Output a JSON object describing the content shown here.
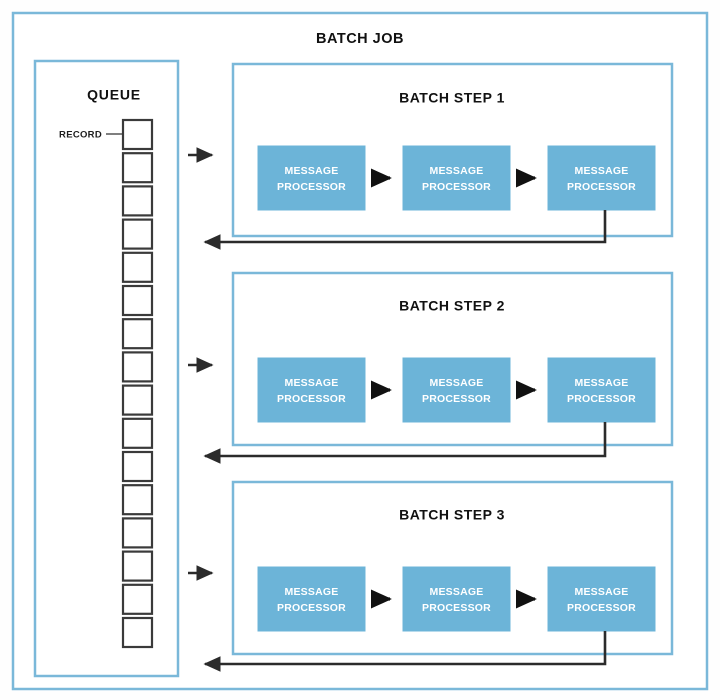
{
  "diagram": {
    "title": "BATCH JOB",
    "queue": {
      "title": "QUEUE",
      "record_label": "RECORD",
      "record_count": 16
    },
    "steps": [
      {
        "title": "BATCH STEP 1",
        "processors": [
          {
            "line1": "MESSAGE",
            "line2": "PROCESSOR"
          },
          {
            "line1": "MESSAGE",
            "line2": "PROCESSOR"
          },
          {
            "line1": "MESSAGE",
            "line2": "PROCESSOR"
          }
        ]
      },
      {
        "title": "BATCH STEP 2",
        "processors": [
          {
            "line1": "MESSAGE",
            "line2": "PROCESSOR"
          },
          {
            "line1": "MESSAGE",
            "line2": "PROCESSOR"
          },
          {
            "line1": "MESSAGE",
            "line2": "PROCESSOR"
          }
        ]
      },
      {
        "title": "BATCH STEP 3",
        "processors": [
          {
            "line1": "MESSAGE",
            "line2": "PROCESSOR"
          },
          {
            "line1": "MESSAGE",
            "line2": "PROCESSOR"
          },
          {
            "line1": "MESSAGE",
            "line2": "PROCESSOR"
          }
        ]
      }
    ],
    "colors": {
      "panel_border": "#7ab8d9",
      "processor_fill": "#6cb4d8",
      "arrow": "#2b2b2b",
      "record_border": "#3a3a3a",
      "background": "#ffffff"
    }
  }
}
